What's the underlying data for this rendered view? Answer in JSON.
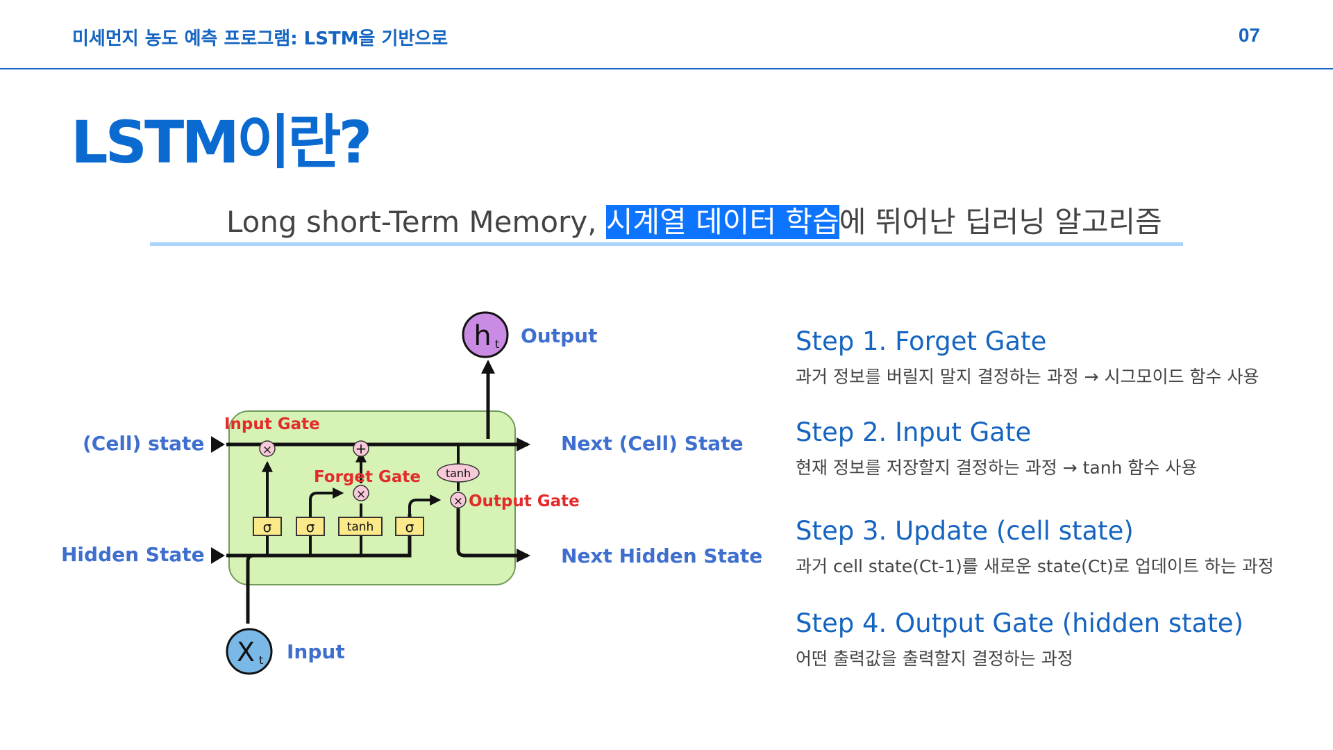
{
  "header": {
    "title": "미세먼지 농도 예측 프로그램: LSTM을 기반으로",
    "page_number": "07"
  },
  "main": {
    "title": "LSTM이란?",
    "subtitle_before": "Long short-Term Memory, ",
    "subtitle_highlight": "시계열 데이터 학습",
    "subtitle_after": "에 뛰어난 딥러닝 알고리즘"
  },
  "diagram": {
    "output_node": "h",
    "output_node_sub": "t",
    "output_label": "Output",
    "input_node": "X",
    "input_node_sub": "t",
    "input_label": "Input",
    "cell_state_label": "(Cell) state",
    "hidden_state_label": "Hidden State",
    "next_cell_state_label": "Next (Cell) State",
    "next_hidden_state_label": "Next Hidden State",
    "input_gate_label": "Input Gate",
    "forget_gate_label": "Forget Gate",
    "output_gate_label": "Output Gate",
    "tanh_oval": "tanh",
    "box_sigma": "σ",
    "box_tanh": "tanh",
    "op_multiply": "×",
    "op_add": "+"
  },
  "steps": [
    {
      "title": "Step 1. Forget Gate",
      "desc": "과거 정보를 버릴지 말지 결정하는 과정 → 시그모이드 함수 사용"
    },
    {
      "title": "Step 2. Input Gate",
      "desc": "현재 정보를 저장할지 결정하는 과정 → tanh 함수 사용"
    },
    {
      "title": "Step 3. Update (cell state)",
      "desc": "과거 cell state(Ct-1)를 새로운 state(Ct)로 업데이트 하는 과정"
    },
    {
      "title": "Step 4. Output Gate (hidden state)",
      "desc": "어떤 출력값을 출력할지 결정하는 과정"
    }
  ],
  "colors": {
    "accent": "#1565c0",
    "title": "#0a6ad0",
    "highlight": "#0d74ff",
    "underline": "#a8d3fb",
    "cell_fill": "#d6f2b5",
    "gate_label": "#e32b2b",
    "diagram_label": "#3f6fce",
    "output_node": "#c98be3",
    "input_node": "#7ab8e8",
    "box_fill": "#fbe98a"
  }
}
